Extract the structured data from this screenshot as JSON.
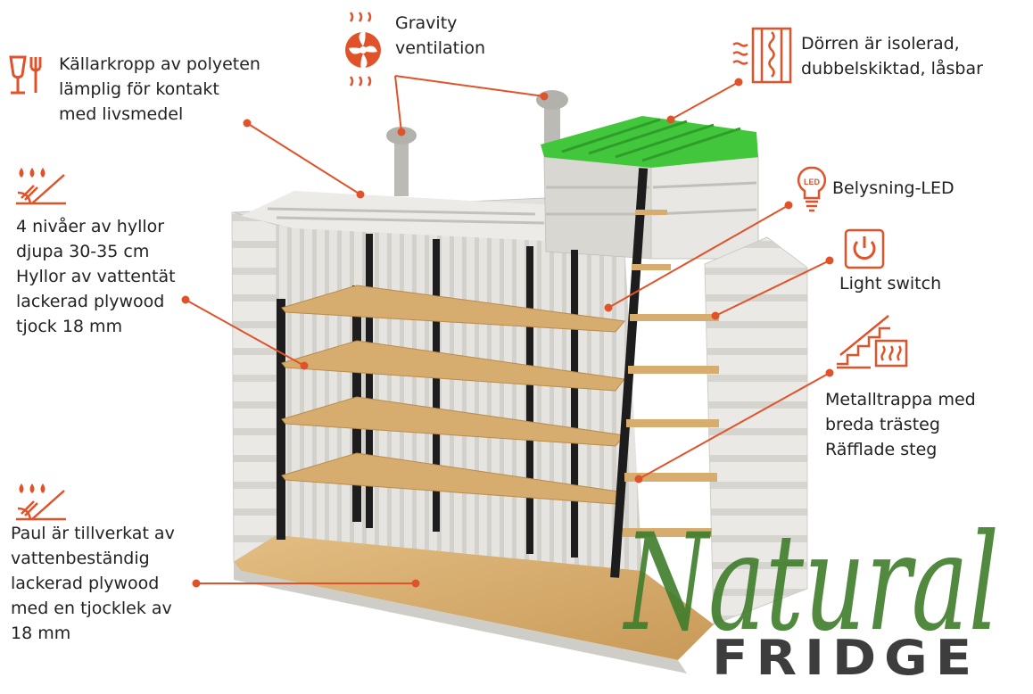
{
  "colors": {
    "accent": "#e0532a",
    "tank": "#e9e8e4",
    "tank_shadow": "#c9c7c2",
    "lid": "#3fc63a",
    "wood": "#d6ad6e",
    "frame": "#1d1d1d",
    "logo_green": "#3f7d2b",
    "logo_gray": "#3d3d3d"
  },
  "labels": {
    "body": "Källarkropp av polyeten\nlämplig för kontakt\nmed livsmedel",
    "ventilation": "Gravity\nventilation",
    "door": "Dörren är isolerad,\ndubbelskiktad, låsbar",
    "led": "Belysning-LED",
    "switch": "Light switch",
    "shelves": "4 nivåer av hyllor\ndjupa  30-35 cm\nHyllor av vattentät\nlackerad plywood\ntjock 18 mm",
    "stairs": "Metalltrappa med\nbreda trästeg\nRäfflade steg",
    "floor": "Paul är tillverkat av\nvattenbeständig\nlackerad plywood\nmed en tjocklek av\n18 mm"
  },
  "icons": {
    "body": "food-safe-icon",
    "ventilation": "fan-heat-icon",
    "door": "insulated-door-icon",
    "led": "led-bulb-icon",
    "switch": "power-switch-icon",
    "shelves": "waterproof-wood-icon",
    "stairs": "stairs-heating-icon",
    "floor": "waterproof-wood-icon"
  },
  "logo": {
    "script": "Natural",
    "word": "FRIDGE"
  }
}
